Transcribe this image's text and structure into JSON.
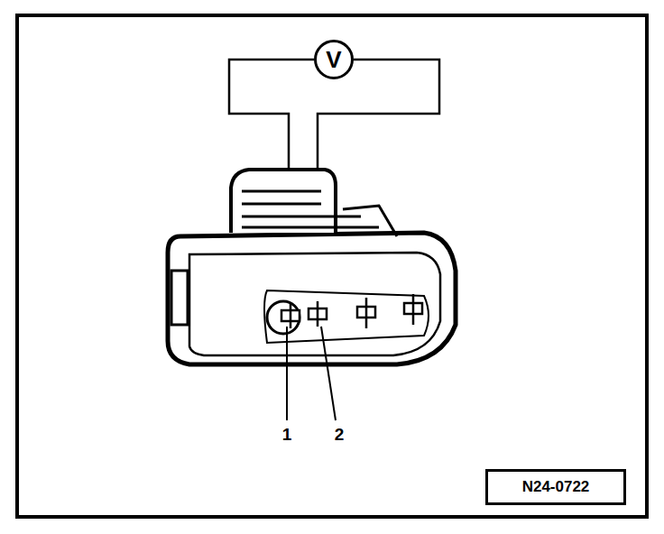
{
  "diagram": {
    "nodes": [
      {
        "text": [
          "V"
        ]
      },
      {
        "text": [
          "N24-0722"
        ]
      }
    ],
    "labels": [
      "1",
      "2"
    ]
  }
}
